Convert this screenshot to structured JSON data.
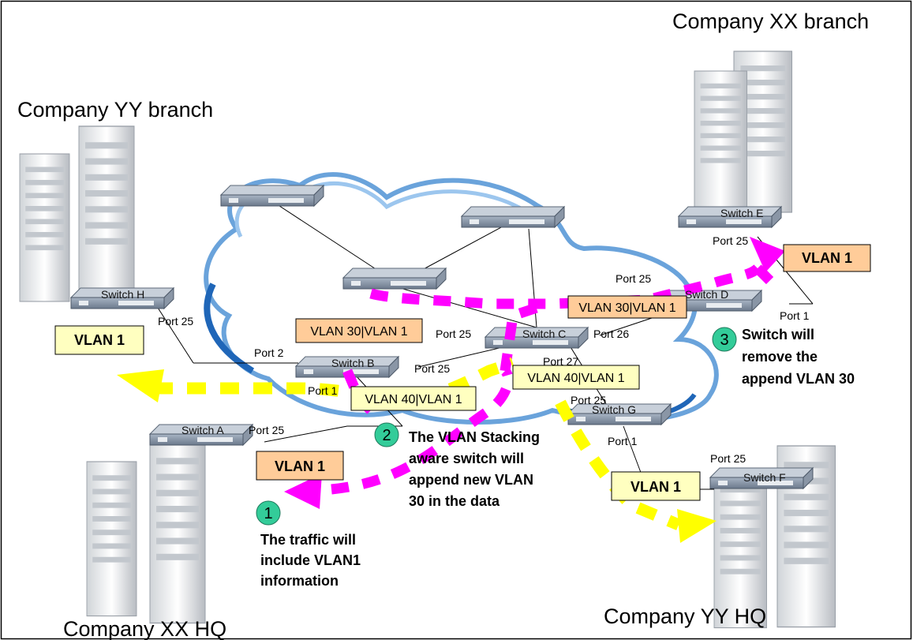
{
  "sites": {
    "xx_branch": "Company XX branch",
    "yy_branch": "Company YY branch",
    "xx_hq": "Company XX HQ",
    "yy_hq": "Company YY HQ"
  },
  "switches": {
    "a": "Switch A",
    "b": "Switch B",
    "c": "Switch C",
    "d": "Switch D",
    "e": "Switch E",
    "f": "Switch F",
    "g": "Switch G",
    "h": "Switch H"
  },
  "ports": {
    "e_port25": "Port 25",
    "h_port25": "Port 25",
    "b_port2": "Port 2",
    "b_port1": "Port 1",
    "b_port25": "Port 25",
    "c_port25": "Port 25",
    "c_port26": "Port 26",
    "c_port27": "Port 27",
    "d_port25": "Port 25",
    "d_port1": "Port 1",
    "a_port25": "Port 25",
    "g_port25": "Port 25",
    "g_port1": "Port 1",
    "f_port25": "Port 25"
  },
  "tags": {
    "vlan1_e": "VLAN 1",
    "vlan30_d": "VLAN 30|VLAN 1",
    "vlan30_b": "VLAN 30|VLAN 1",
    "vlan1_h": "VLAN 1",
    "vlan40_c": "VLAN 40|VLAN 1",
    "vlan40_b": "VLAN 40|VLAN 1",
    "vlan1_a": "VLAN 1",
    "vlan1_g": "VLAN 1"
  },
  "steps": {
    "one_num": "1",
    "one_l1": "The traffic will",
    "one_l2": "include VLAN1",
    "one_l3": "information",
    "two_num": "2",
    "two_l1": "The VLAN Stacking",
    "two_l2": "aware switch will",
    "two_l3": "append new VLAN",
    "two_l4": "30 in the data",
    "three_num": "3",
    "three_l1": "Switch will",
    "three_l2": "remove the",
    "three_l3": "append VLAN 30"
  },
  "colors": {
    "magenta": "#ff00ff",
    "yellow": "#ffff00",
    "orange_tag": "#ffcc99",
    "yellow_tag": "#ffffc0",
    "step_circle": "#33cc99",
    "cloud": "#4a90d9"
  }
}
